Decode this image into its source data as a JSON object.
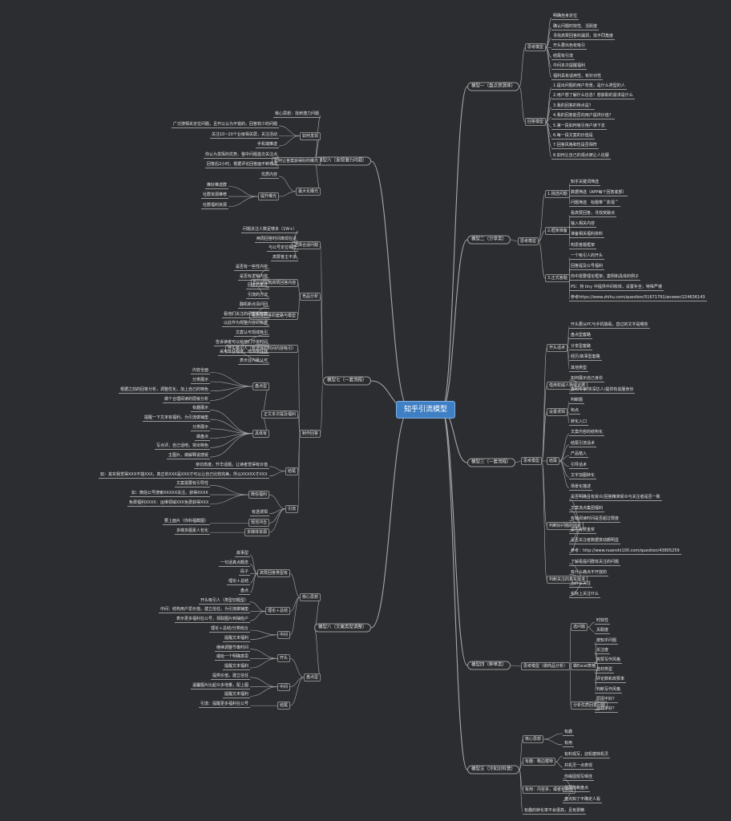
{
  "root": "知乎引流模型",
  "branches": [
    {
      "label": "模型一（盘点资源体）",
      "children": [
        {
          "label": "思考模型",
          "children": [
            "明确自身定位",
            "确认问题时效性、活跃度",
            "寻找高赞回答的漏洞，找不同角度",
            "开头要出色有吸引",
            "结尾有引流",
            "中间多次提醒福利",
            "福利具有适用性，有针对性"
          ]
        },
        {
          "label": "回答模型",
          "children": [
            "1.提出问题的用户背景，是什么类型的人",
            "2.用户想了解什么信息？想获取的需求是什么",
            "3.我的回答的特点是？",
            "4.我的回答能否向用户提供价值？",
            "5.第一段如何吸引用户读下去",
            "6.每一段文案的价值是",
            "7.回答风格和性是否相符",
            "8.如何让自己的观点被让人信服"
          ]
        }
      ]
    },
    {
      "label": "模型二（分享类）",
      "children": [
        {
          "label": "思考模型",
          "children": [
            {
              "label": "1.挑选问题",
              "children": [
                "知乎关键词筛选",
                "数据筛选（APP每个回答底部）",
                "问题筛选　标题带＂影视＂"
              ]
            },
            {
              "label": "2.框架准备",
              "children": [
                "看高赞回答，寻找突破点",
                "输入相关内容",
                "准备相关福利资料",
                "构思答题框架"
              ]
            },
            {
              "label": "3.正式答题",
              "children": [
                "一个吸引人的开头",
                "回答提及公号福利",
                "你中需要理论框架，案例和具体的例子",
                "PS：持 tiny 中提供中间收体，设置补全，特殊严谨",
                "参考https://www.zhihu.com/question/51671791/answer/224636143"
              ]
            }
          ]
        }
      ]
    },
    {
      "label": "模型三（一套流程）",
      "children": [
        {
          "label": "思考模型",
          "children": [
            {
              "label": "开头话术",
              "children": [
                "开头要从PC与手机端看，直过的文字是哪些",
                "盘点型套路",
                "分享型套路",
                "经历/故事型套路",
                "其他类型"
              ]
            },
            {
              "label": "借用权威人物或证据",
              "children": [
                "如何展示自己身份",
                "表明专家/资深达人/提供有说服身份"
              ]
            },
            {
              "label": "设置诱饵",
              "children": [
                "判断题",
                "钩点",
                "转化入口"
              ]
            },
            {
              "label": "结尾",
              "children": [
                "文案内容的结构化",
                "结尾引流话术",
                "产品植入",
                "引导话术",
                "文字加图转化",
                "场景化描述"
              ]
            },
            {
              "label": "判断好问题的因素",
              "children": [
                "是否明确且有受众/回答精准受众与关注者是否一致",
                "文案流点集团福利",
                "有效阅读时间是否超过限度",
                "是否有赏金奖",
                "是否关注者数据变动颇明显",
                "参考：http://www.nuanshi100.com/question/43805259"
              ]
            },
            {
              "label": "判断关注的真实需求",
              "children": [
                "了解看提问群体关注的问题",
                "有什么痛点不开放的",
                "为什么关注",
                "实际上关注什么"
              ]
            }
          ]
        }
      ]
    },
    {
      "label": "模型四（种草类）",
      "children": [
        {
          "label": "思考模型（做商品分析）",
          "children": [
            {
              "label": "选问题",
              "children": [
                "时效性",
                "关联度"
              ]
            },
            {
              "label": "做Excel表格",
              "children": [
                "按知乎问题",
                "关注度",
                "高赞写作风格",
                "选材类型",
                "评论数和高赞率",
                "判断写作风格"
              ]
            },
            {
              "label": "分析优质回答问题",
              "children": [
                "原因不好？",
                "选材不好？"
              ]
            }
          ]
        }
      ]
    },
    {
      "label": "模型五（冷知识科普）",
      "children": [
        {
          "label": "核心思想",
          "children": [
            "有趣",
            "有用"
          ]
        },
        {
          "label": "有趣：略边模特",
          "children": [
            "有料观写，迎机模特机灵",
            "共机灵一点表现"
          ]
        },
        {
          "label": "有用：内容多，或者有启迪",
          "children": [
            "你缘因观写晴佳",
            "信源信赖盘点",
            "盘点知了不确定人看"
          ]
        },
        {
          "label": "有趣的转化率不会很高，且有费精",
          "children": []
        }
      ]
    },
    {
      "label": "模型六（发现潜力问题）",
      "children": [
        {
          "label": "核心思想：找到潜力问题",
          "children": []
        },
        {
          "label": "如何发现",
          "children": [
            "广泛搜相关定位问题，且开以认为不错的，回答较少的问题",
            "关注10~20个业级相关屏，关注活动",
            "手机端推送"
          ]
        },
        {
          "label": "如何让答案获得好的曝光",
          "children": [
            "你认为发挥的优势，整中问题首次关注点",
            "回答后2小时，根据评论回答面不断修改"
          ]
        },
        {
          "label": "最大化曝光",
          "children": [
            "优质内容",
            {
              "label": "提升曝光",
              "children": [
                "推好推送群",
                "社群资源推荐",
                "社群福利资源"
              ]
            }
          ]
        }
      ]
    },
    {
      "label": "模型七（一套流程）",
      "children": [
        {
          "label": "选择合适问题",
          "children": [
            "问题关注人数足够多（1W+）",
            "两周回答时间离现在近",
            "与公号定位相符",
            "高赞答主不多"
          ]
        },
        {
          "label": "竞品分析",
          "children": [
            {
              "label": "Excel化梳高赞回答内容",
              "children": [
                "是否有一些性内容",
                "是否有逻辑内容",
                "回答的格式",
                "引流的方法"
              ]
            },
            {
              "label": "看高赞回答的套路与模型",
              "children": [
                "翻机新点清问回",
                "看他们关注的问题和收藏",
                "以此作为规整内容的依据"
              ]
            }
          ]
        },
        {
          "label": "制作回答",
          "children": [
            {
              "label": "开头吸引人（有选择的时间内容吸引）",
              "children": [
                "文案认可现成吸引",
                "告诉读者可以给他们节省时间",
                "采用专业程度，增加信任感",
                "表示业内最认可"
              ]
            },
            {
              "label": "正文多次提及福利",
              "children": [
                {
                  "label": "盘点型",
                  "children": [
                    "内容全面",
                    "分类展示",
                    "根据之前的回答分析，调整优化，加上自己的特色",
                    "做个合理阅读的层级分析"
                  ]
                },
                {
                  "label": "具体有",
                  "children": [
                    "有趣展示",
                    "提醒一下文末有福利，为引流做铺垫",
                    "分类展示",
                    "做盘点",
                    "写点评，自己话吧，突出特色",
                    "主图片，做解释说感受"
                  ]
                }
              ]
            },
            {
              "label": "结尾",
              "children": [
                "亲切态度，升华话题，让读者觉得有价值",
                "如：其实我觉得XXX不能XXX，真正的XXX是XXX才可以让自己比较完美，所以XXXXX才XXX"
              ]
            },
            {
              "label": "引流",
              "children": [
                {
                  "label": "微信福利",
                  "children": [
                    "文案需要有引导性",
                    "如：微信公号搜索XXXXX关注，获得XXXX",
                    "免费福利XXXX：运维领域XXX免费获得XXX"
                  ]
                },
                {
                  "label": "有透诱饵",
                  "children": []
                },
                {
                  "label": "规范冲击",
                  "children": [
                    "要上面片（你科福截图）"
                  ]
                },
                {
                  "label": "多媒体资源",
                  "children": [
                    "多媒多图素人包化"
                  ]
                }
              ]
            }
          ]
        }
      ]
    },
    {
      "label": "模型八（文案类型调整）",
      "children": [
        {
          "label": "核心思想",
          "children": [
            {
              "label": "高赞回答类型有",
              "children": [
                "故事型",
                "一句话真点概念",
                "段子",
                "理论＋总结",
                "盘点"
              ]
            },
            {
              "label": "理论＋总结",
              "children": [
                "开头吸引人（类型切题型）",
                "中间：结构用户爱价值，建立信任，为引流做铺垫",
                "表示更多福利在公号，领取图片到抽检户"
              ]
            },
            {
              "label": "中间",
              "children": [
                "理论＋总结/分类结合",
                "提醒文末福利"
              ]
            }
          ]
        },
        {
          "label": "盘点型",
          "children": [
            {
              "label": "开头",
              "children": [
                "继续调整节奏时间",
                "或给一个明确意思",
                "提醒文末福利"
              ]
            },
            {
              "label": "中间",
              "children": [
                "提供价值，建立信任",
                "温馨图片比起众多地量，配上图",
                "提醒文末福利"
              ]
            },
            {
              "label": "结尾",
              "children": [
                "引流：提醒更多福利在公号"
              ]
            }
          ]
        }
      ]
    }
  ]
}
